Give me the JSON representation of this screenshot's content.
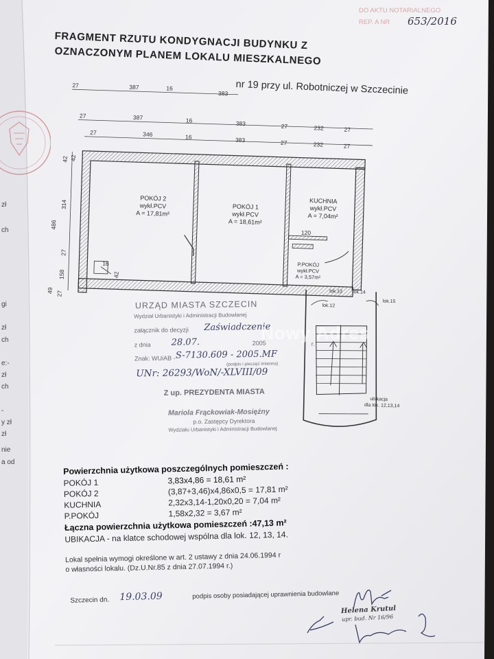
{
  "notary": {
    "line1": "DO AKTU NOTARIALNEGO",
    "rep_label": "REP. A NR",
    "rep_number": "653/2016"
  },
  "title": {
    "line1": "FRAGMENT  RZUTU  KONDYGNACJI  BUDYNKU  Z",
    "line2": "OZNACZONYM PLANEM  LOKALU  MIESZKALNEGO",
    "address": "nr 19 przy ul. Robotniczej  w Szczecinie"
  },
  "dimensions": {
    "top_row1": [
      "27",
      "387",
      "16",
      "383"
    ],
    "top_row2": [
      "27",
      "387",
      "16",
      "383",
      "27",
      "232",
      "27"
    ],
    "top_row3": [
      "27",
      "346",
      "16",
      "383",
      "27",
      "232",
      "27"
    ],
    "left": [
      "42",
      "486",
      "314",
      "27",
      "158",
      "49",
      "27",
      "42"
    ],
    "internal": [
      "120",
      "16",
      "42"
    ]
  },
  "rooms": [
    {
      "name": "POKÓJ 2",
      "finish": "wykł.PCV",
      "area": "A = 17,81m²"
    },
    {
      "name": "POKÓJ 1",
      "finish": "wykł.PCV",
      "area": "A = 18,61m²"
    },
    {
      "name": "KUCHNIA",
      "finish": "wykł.PCV",
      "area": "A = 7,04m²"
    },
    {
      "name": "P.POKÓJ",
      "finish": "wykł.PCV",
      "area": "A = 3,57m²"
    }
  ],
  "stair_labels": {
    "lok13": "lok.13",
    "lok14": "lok.14",
    "lok12": "lok.12",
    "lok15": "lok.15",
    "ubikacja1": "ubikacja",
    "ubikacja2": "dla lok. 12,13,14"
  },
  "stamp": {
    "office": "URZĄD MIASTA SZCZECIN",
    "dept": "Wydział Urbanistyki i Administracji Budowlanej",
    "attachment": "załącznik do decyzji",
    "attachment_hand": "Zaświadczenie",
    "date_label": "z dnia",
    "date_day": "28.07.",
    "date_year": "2005",
    "date_suffix": "r.",
    "ref_label": "Znak: WUiAB -",
    "ref_hand": "S-7130.609 - 2005.MF",
    "sign_note": "(podpis i pieczęć imienna)",
    "unr": "UNr: 26293/WoN/-XLVIII/09",
    "authority": "Z up. PREZYDENTA MIASTA",
    "name": "Mariola Frąckowiak-Mosiężny",
    "role": "p.o. Zastępcy Dyrektora",
    "dept2": "Wydziału Urbanistyki i Administracji Budowlanej"
  },
  "watermark": "Nowy Adres",
  "areas": {
    "heading": "Powierzchnia użytkowa poszczególnych pomieszczeń :",
    "rows": [
      {
        "room": "POKÓJ 1",
        "calc": "3,83x4,86 = 18,61 m²"
      },
      {
        "room": "POKÓJ 2",
        "calc": "(3,87+3,46)x4,86x0,5 = 17,81 m²"
      },
      {
        "room": "KUCHNIA",
        "calc": "2,32x3,14-1,20x0,20 = 7,04 m²"
      },
      {
        "room": "P.POKÓJ",
        "calc": "1,58x2,32 = 3,67 m²"
      }
    ],
    "total": "Łączna powierzchnia użytkowa pomieszczeń :47,13 m²",
    "ubikacja": "UBIKACJA  -  na klatce schodowej wspólna dla lok. 12, 13, 14.",
    "note1": "Lokal spełnia wymogi określone w art. 2 ustawy z dnia 24.06.1994 r",
    "note2": "o własności lokalu. (Dz.U.Nr.85 z dnia 27.07.1994 r.)"
  },
  "footer": {
    "place": "Szczecin dn.",
    "date_hand": "19.03.09",
    "sign_label": "podpis osoby posiadającej uprawnienia budowlane",
    "engineer": "Helena Krutul",
    "license": "upr. bud. Nr 16/96"
  },
  "margin_text": [
    "zł",
    "ch",
    "gi",
    "zł",
    "ch",
    "e:-",
    "zł",
    "ch",
    "-",
    "y zł",
    "zł",
    "nie",
    "a od"
  ],
  "colors": {
    "paper": "#f1f1f4",
    "ink": "#2a2a2c",
    "stamp_ink": "#6b6b73",
    "seal": "#c97b80",
    "pen": "#3a3f66"
  }
}
